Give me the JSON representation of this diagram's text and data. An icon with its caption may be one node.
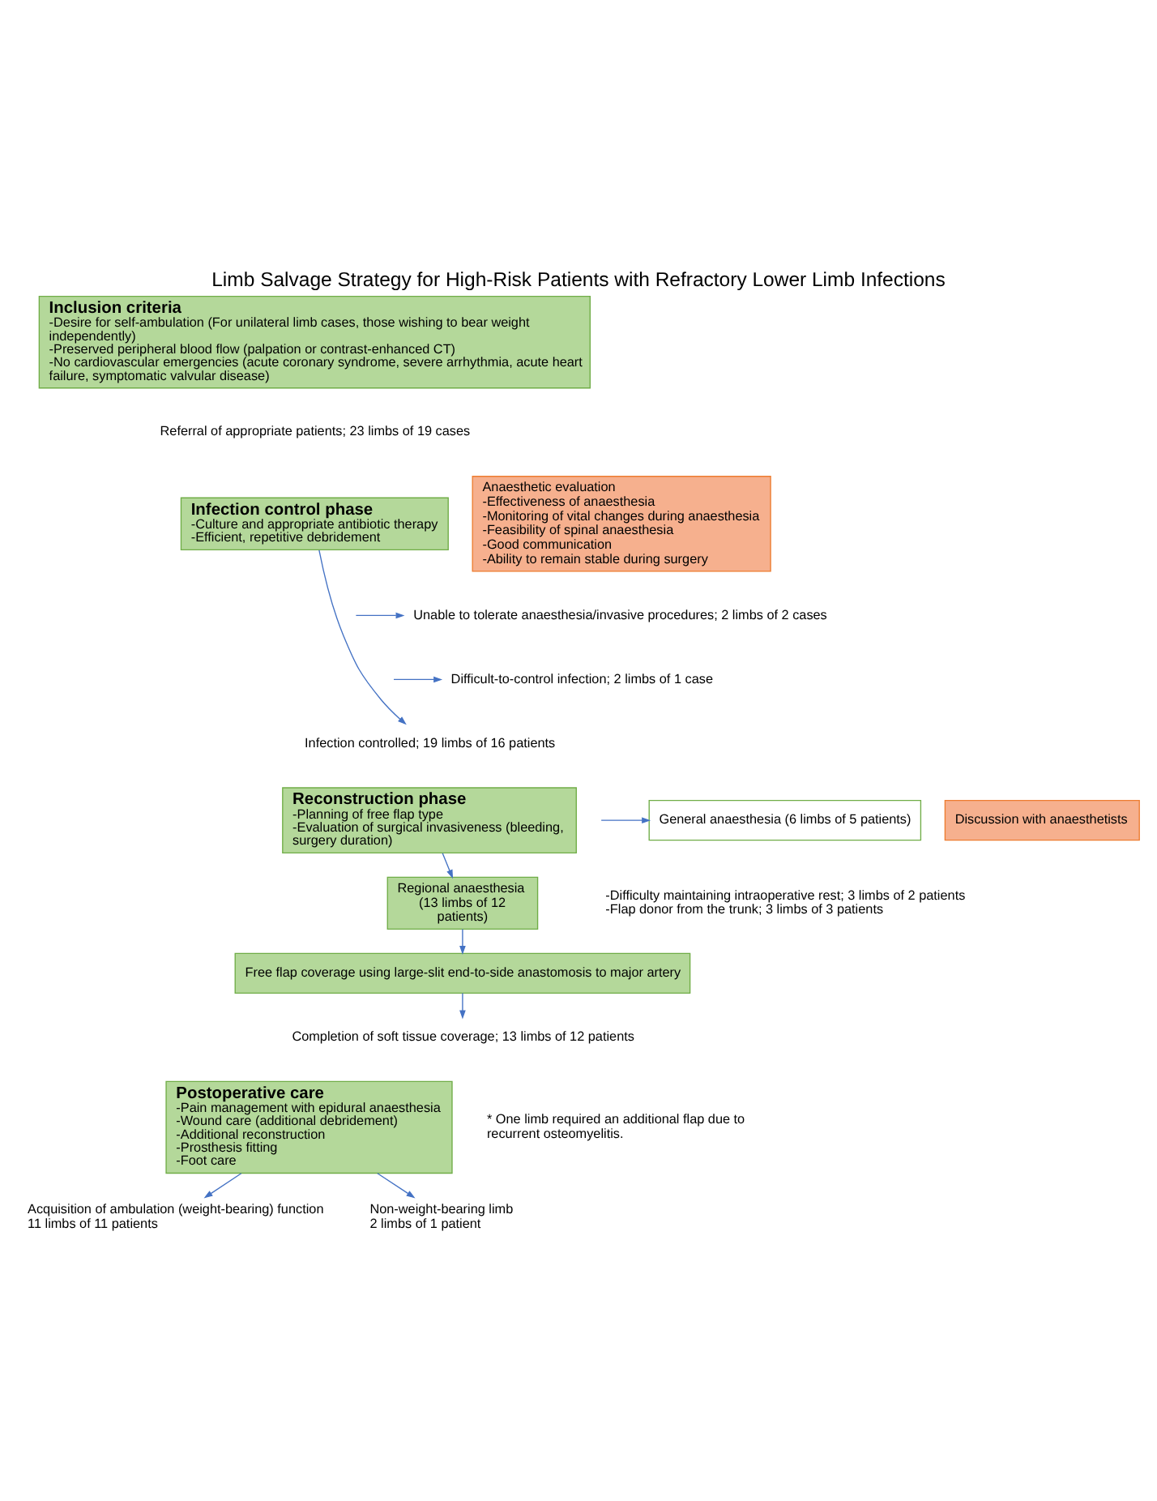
{
  "diagram": {
    "title": "Limb Salvage Strategy for High-Risk Patients with Refractory Lower Limb Infections",
    "nodes": [
      {
        "text": [
          "Inclusion criteria",
          "-Desire for self-ambulation (For unilateral limb cases, those wishing to bear weight independently)",
          "-Preserved peripheral blood flow (palpation or contrast-enhanced CT)",
          "-No cardiovascular emergencies (acute coronary syndrome, severe arrhythmia, acute heart failure, symptomatic valvular disease)"
        ]
      },
      {
        "text": [
          "Infection control phase",
          "-Culture and appropriate antibiotic therapy",
          "-Efficient, repetitive debridement"
        ]
      },
      {
        "text": [
          "Anaesthetic evaluation",
          "-Effectiveness of anaesthesia",
          "-Monitoring of vital changes during anaesthesia",
          "-Feasibility of spinal anaesthesia",
          "-Good communication",
          "-Ability to remain stable during surgery"
        ]
      },
      {
        "text": [
          "Unable to tolerate anaesthesia/invasive procedures; 2 limbs of 2 cases"
        ]
      },
      {
        "text": [
          "Difficult-to-control infection; 2 limbs of 1 case"
        ]
      },
      {
        "text": [
          "Infection controlled; 19 limbs of 16 patients"
        ]
      },
      {
        "text": [
          "Reconstruction phase",
          "-Planning of free flap type",
          "-Evaluation of surgical invasiveness (bleeding, surgery duration)"
        ]
      },
      {
        "text": [
          "Discussion with anaesthetists"
        ]
      },
      {
        "text": [
          "General anaesthesia (6 limbs of 5 patients)"
        ],
        "beside": [
          "-Difficulty maintaining intraoperative rest; 3 limbs of 2 patients",
          "-Flap donor from the trunk; 3 limbs of 3 patients"
        ]
      },
      {
        "text": [
          "Regional anaesthesia (13 limbs of 12 patients)"
        ]
      },
      {
        "text": [
          "Free flap coverage using large-slit end-to-side anastomosis to major artery"
        ]
      },
      {
        "text": [
          "Completion of soft tissue coverage; 13 limbs of 12 patients"
        ]
      },
      {
        "text": [
          "Postoperative care",
          "-Pain management with epidural anaesthesia",
          "-Wound care (additional debridement)",
          "-Additional reconstruction",
          "-Prosthesis fitting",
          "-Foot care"
        ]
      },
      {
        "text": [
          "Acquisition of ambulation (weight-bearing) function 11 limbs of 11 patients"
        ]
      },
      {
        "text": [
          "Non-weight-bearing limb 2 limbs of 1 patient"
        ]
      }
    ],
    "edges": [
      {
        "from": 1,
        "to": 5,
        "arrow": "to"
      },
      {
        "from": null,
        "to": 3,
        "arrow": "to"
      },
      {
        "from": null,
        "to": 4,
        "arrow": "to"
      },
      {
        "from": 6,
        "to": 9,
        "arrow": "to"
      },
      {
        "from": null,
        "to": 8,
        "arrow": "to"
      },
      {
        "from": 9,
        "to": 10,
        "arrow": "to"
      },
      {
        "from": 10,
        "to": 11,
        "arrow": "to"
      },
      {
        "from": 12,
        "to": 13,
        "arrow": "to"
      },
      {
        "from": 12,
        "to": 14,
        "arrow": "to"
      }
    ],
    "labels": [
      "Referral of appropriate patients; 23 limbs of 19 cases",
      "* One limb required an additional flap due to recurrent osteomyelitis."
    ]
  }
}
